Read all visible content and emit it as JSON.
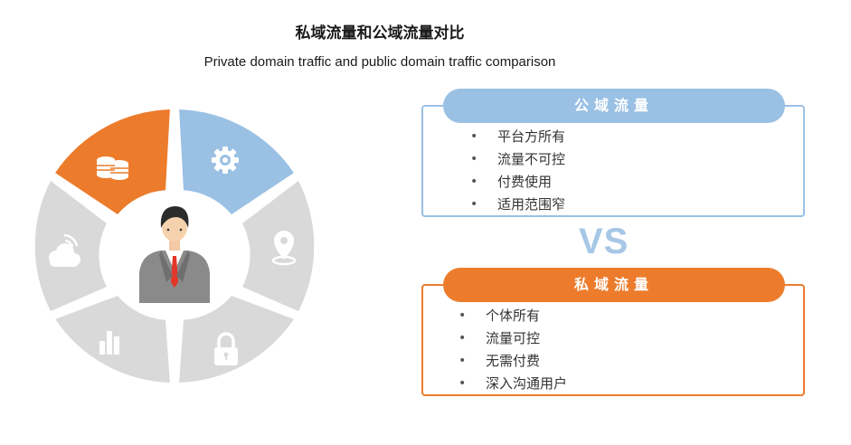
{
  "title_cn": "私域流量和公域流量对比",
  "title_en": "Private domain traffic and public domain traffic comparison",
  "vs_label": "VS",
  "public": {
    "title": "公域流量",
    "items": [
      "平台方所有",
      "流量不可控",
      "付费使用",
      "适用范围窄"
    ]
  },
  "private": {
    "title": "私域流量",
    "items": [
      "个体所有",
      "流量可控",
      "无需付费",
      "深入沟通用户"
    ]
  },
  "ring": {
    "segments": [
      {
        "icon": "coins-icon",
        "color": "#ec7c2c"
      },
      {
        "icon": "gear-icon",
        "color": "#9ac0e4"
      },
      {
        "icon": "location-pin-icon",
        "color": "#d9d9d9"
      },
      {
        "icon": "lock-icon",
        "color": "#d9d9d9"
      },
      {
        "icon": "bar-chart-icon",
        "color": "#d9d9d9"
      },
      {
        "icon": "cloud-signal-icon",
        "color": "#d9d9d9"
      }
    ],
    "center_icon": "businessman-icon"
  },
  "colors": {
    "orange": "#ec7c2c",
    "blue": "#9ac0e4",
    "gray": "#d9d9d9"
  }
}
